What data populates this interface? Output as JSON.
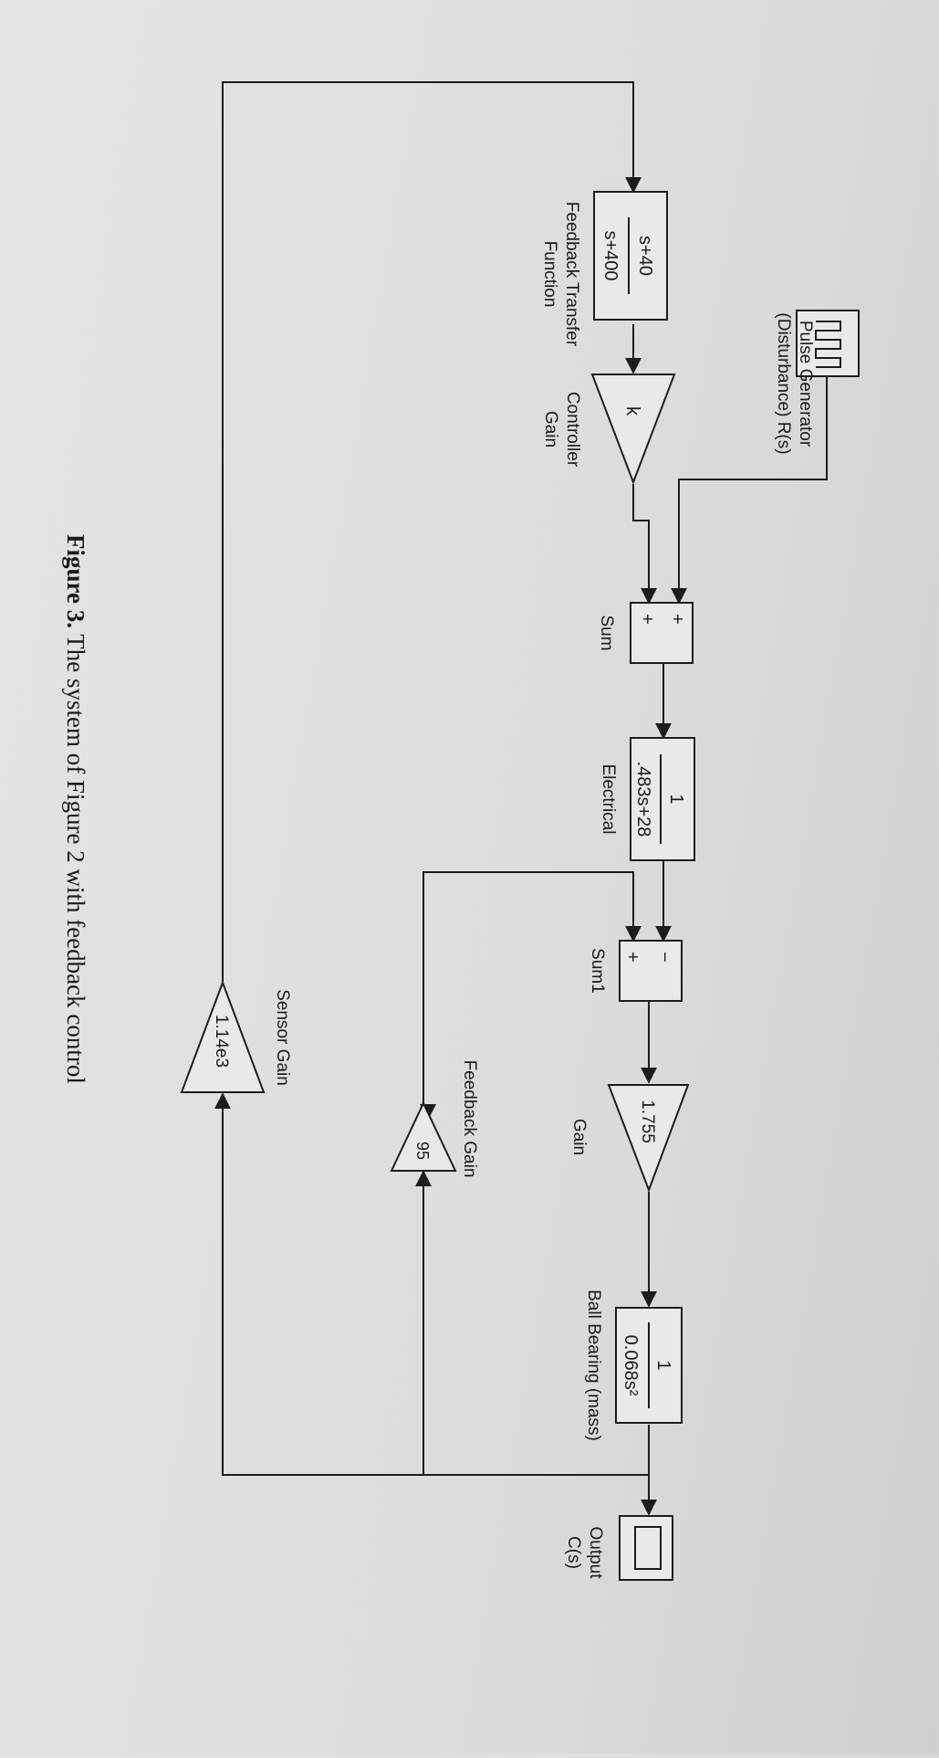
{
  "blocks": {
    "pulse_generator": {
      "label_line1": "Pulse Generator",
      "label_line2": "(Disturbance) R(s)"
    },
    "feedback_tf": {
      "numerator": "s+40",
      "denominator": "s+400",
      "label_line1": "Feedback Transfer",
      "label_line2": "Function"
    },
    "controller": {
      "value": "k",
      "label_line1": "Controller",
      "label_line2": "Gain"
    },
    "sum": {
      "sign1": "+",
      "sign2": "+",
      "label": "Sum"
    },
    "electrical": {
      "numerator": "1",
      "denominator": ".483s+28",
      "label": "Electrical"
    },
    "sum1": {
      "sign1": "−",
      "sign2": "+",
      "label": "Sum1"
    },
    "gain": {
      "value": "1.755",
      "label": "Gain"
    },
    "ball_bearing": {
      "numerator": "1",
      "denominator": "0.068s²",
      "label": "Ball Bearing (mass)"
    },
    "output": {
      "label_line1": "Output",
      "label_line2": "C(s)"
    },
    "feedback_gain": {
      "value": "95",
      "label": "Feedback Gain"
    },
    "sensor_gain": {
      "value": "1.14e3",
      "label": "Sensor Gain"
    }
  },
  "caption": {
    "bold": "Figure 3.",
    "text": " The system of Figure 2 with feedback control"
  }
}
